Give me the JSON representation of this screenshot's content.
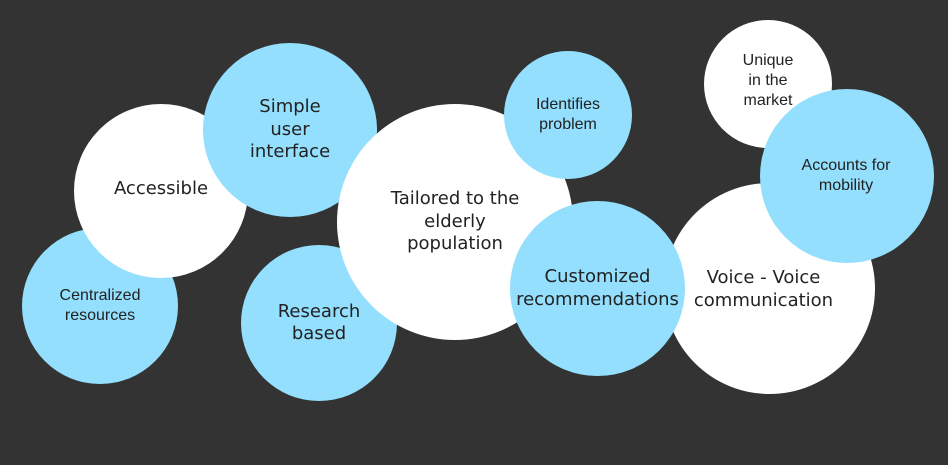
{
  "colors": {
    "background": "#333333",
    "white_bubble": "#ffffff",
    "blue_bubble": "#93dffd",
    "text": "#222222"
  },
  "bubbles": {
    "centralized": {
      "label": "Centralized\nresources",
      "color": "blue"
    },
    "accessible": {
      "label": "Accessible",
      "color": "white"
    },
    "simple": {
      "label": "Simple\nuser\ninterface",
      "color": "blue"
    },
    "research": {
      "label": "Research\nbased",
      "color": "blue"
    },
    "tailored": {
      "label": "Tailored to the\nelderly\npopulation",
      "color": "white"
    },
    "identifies": {
      "label": "Identifies\nproblem",
      "color": "blue"
    },
    "customized": {
      "label": "Customized\nrecommendations",
      "color": "blue"
    },
    "voice": {
      "label": "Voice - Voice\ncommunication",
      "color": "white"
    },
    "unique": {
      "label": "Unique\nin the\nmarket",
      "color": "white"
    },
    "mobility": {
      "label": "Accounts for\nmobility",
      "color": "blue"
    }
  }
}
